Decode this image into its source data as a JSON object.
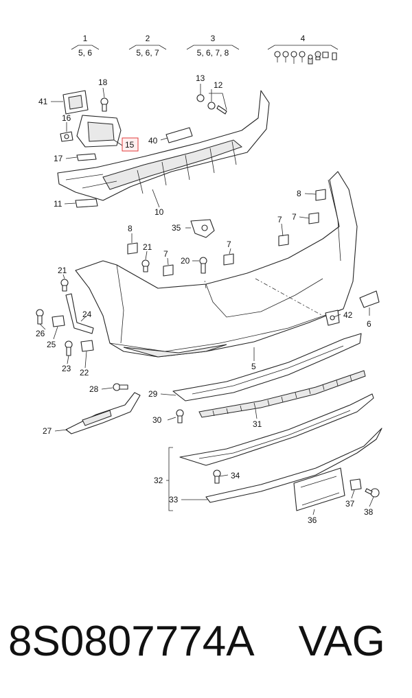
{
  "group_labels": [
    {
      "id": "1",
      "sub": "5, 6"
    },
    {
      "id": "2",
      "sub": "5, 6, 7"
    },
    {
      "id": "3",
      "sub": "5, 6, 7, 8"
    },
    {
      "id": "4",
      "sub": ""
    }
  ],
  "callouts": {
    "c41": "41",
    "c18": "18",
    "c16": "16",
    "c15": "15",
    "c17": "17",
    "c11": "11",
    "c10": "10",
    "c40": "40",
    "c13": "13",
    "c12": "12",
    "c8a": "8",
    "c7a": "7",
    "c7b": "7",
    "c35": "35",
    "c8b": "8",
    "c21a": "21",
    "c7c": "7",
    "c20": "20",
    "c7d": "7",
    "c21b": "21",
    "c26": "26",
    "c25": "25",
    "c24": "24",
    "c23": "23",
    "c22": "22",
    "c42": "42",
    "c6": "6",
    "c5": "5",
    "c28": "28",
    "c29": "29",
    "c30": "30",
    "c31": "31",
    "c27": "27",
    "c32": "32",
    "c34": "34",
    "c33": "33",
    "c37": "37",
    "c38": "38",
    "c36": "36"
  },
  "highlight_color": "#e03a3a",
  "footer": {
    "part_number": "8S0807774A",
    "brand": "VAG"
  }
}
